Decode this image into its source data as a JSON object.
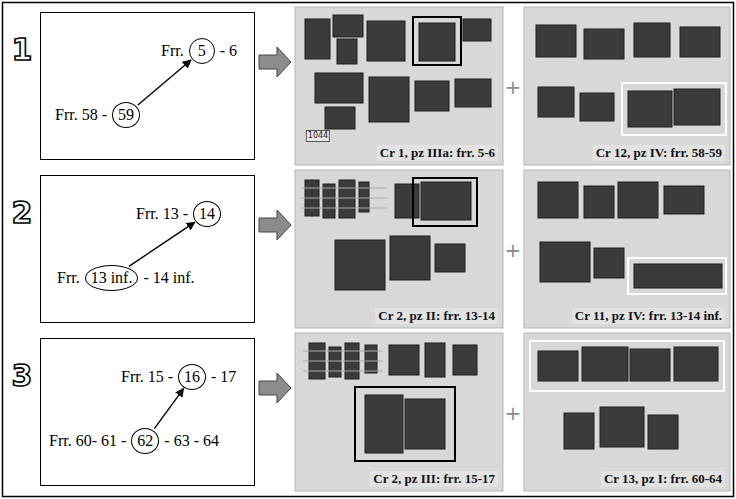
{
  "diagram": {
    "nodes": [
      {
        "text": [
          "Frr.",
          "- 6",
          "Frr. 58 -"
        ]
      },
      {
        "text": [
          "5"
        ],
        "in": 0
      },
      {
        "text": [
          "59"
        ],
        "in": 0
      },
      {
        "text": [
          "Cr 1, pz IIIa: frr. 5-6"
        ]
      },
      {
        "text": [
          "Cr 12, pz IV: frr. 58-59"
        ]
      },
      {
        "text": [
          "Frr. 13 -",
          "Frr.",
          "- 14 inf."
        ]
      },
      {
        "text": [
          "14"
        ],
        "in": 5
      },
      {
        "text": [
          "13 inf."
        ],
        "in": 5
      },
      {
        "text": [
          "Cr 2, pz II: frr. 13-14"
        ]
      },
      {
        "text": [
          "Cr 11, pz IV: frr. 13-14 inf."
        ]
      },
      {
        "text": [
          "Frr. 15 -",
          "- 17",
          "Frr. 60- 61 -",
          "- 63 - 64"
        ]
      },
      {
        "text": [
          "16"
        ],
        "in": 10
      },
      {
        "text": [
          "62"
        ],
        "in": 10
      },
      {
        "text": [
          "Cr 2, pz III: frr. 15-17"
        ]
      },
      {
        "text": [
          "Cr 13, pz I: frr. 60-64"
        ]
      }
    ],
    "edges": [
      {
        "from": 2,
        "to": 1,
        "arrow": "to"
      },
      {
        "from": 0,
        "to": 3,
        "arrow": "to"
      },
      {
        "from": 7,
        "to": 6,
        "arrow": "to"
      },
      {
        "from": 5,
        "to": 8,
        "arrow": "to"
      },
      {
        "from": 12,
        "to": 11,
        "arrow": "to"
      },
      {
        "from": 10,
        "to": 13,
        "arrow": "to"
      }
    ],
    "labels": [
      "1",
      "1044",
      "+",
      "2",
      "+",
      "3",
      "+"
    ]
  }
}
